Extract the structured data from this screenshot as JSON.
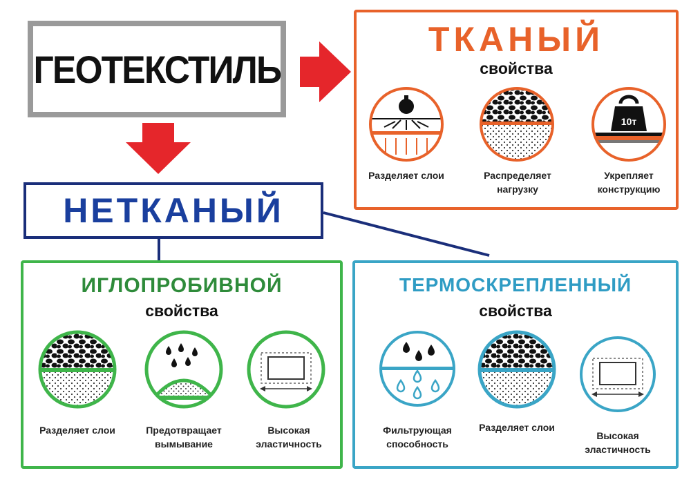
{
  "root": {
    "title": "ГЕОТЕКСТИЛЬ"
  },
  "woven": {
    "title": "ТКАНЫЙ",
    "subtitle": "свойства",
    "items": [
      {
        "label": "Разделяет слои"
      },
      {
        "label_line1": "Распределяет",
        "label_line2": "нагрузку"
      },
      {
        "label_line1": "Укрепляет",
        "label_line2": "конструкцию",
        "weight_text": "10т"
      }
    ]
  },
  "nonwoven": {
    "title": "НЕТКАНЫЙ"
  },
  "needle": {
    "title": "ИГЛОПРОБИВНОЙ",
    "subtitle": "свойства",
    "items": [
      {
        "label": "Разделяет слои"
      },
      {
        "label_line1": "Предотвращает",
        "label_line2": "вымывание"
      },
      {
        "label_line1": "Высокая",
        "label_line2": "эластичность"
      }
    ]
  },
  "thermo": {
    "title": "ТЕРМОСКРЕПЛЕННЫЙ",
    "subtitle": "свойства",
    "items": [
      {
        "label_line1": "Фильтрующая",
        "label_line2": "способность"
      },
      {
        "label": "Разделяет слои"
      },
      {
        "label_line1": "Высокая",
        "label_line2": "эластичность"
      }
    ]
  },
  "colors": {
    "orange": "#e8622a",
    "navy": "#1a2e7a",
    "green": "#3fb54a",
    "cyan": "#3aa5c6",
    "red": "#e5262b",
    "gray": "#9a9a9a"
  }
}
